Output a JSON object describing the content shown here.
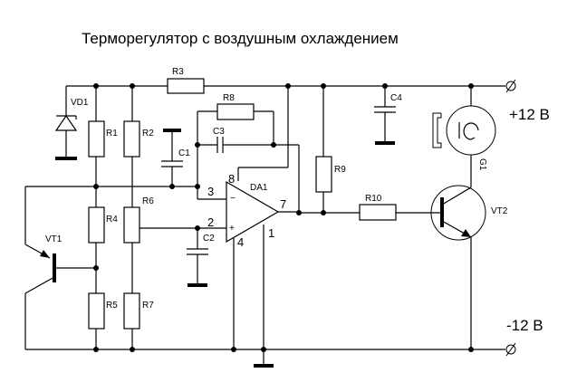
{
  "title": "Терморегулятор с воздушным охлаждением",
  "supply": {
    "positive_label": "+12 В",
    "negative_label": "-12 В"
  },
  "components": {
    "VD1": "VD1",
    "R1": "R1",
    "R2": "R2",
    "R3": "R3",
    "R4": "R4",
    "R5": "R5",
    "R6": "R6",
    "R7": "R7",
    "R8": "R8",
    "R9": "R9",
    "R10": "R10",
    "C1": "C1",
    "C2": "C2",
    "C3": "C3",
    "C4": "C4",
    "DA1": "DA1",
    "VT1": "VT1",
    "VT2": "VT2",
    "G1": "G1"
  },
  "opamp_pins": {
    "inv_in": "3",
    "noninv_in": "2",
    "out": "7",
    "pin8": "8",
    "pin4": "4",
    "pin1": "1",
    "minus_sign": "−",
    "plus_sign": "+"
  },
  "icons": {
    "terminal": "terminal-circle-slash",
    "motor": "fan-motor-G"
  }
}
